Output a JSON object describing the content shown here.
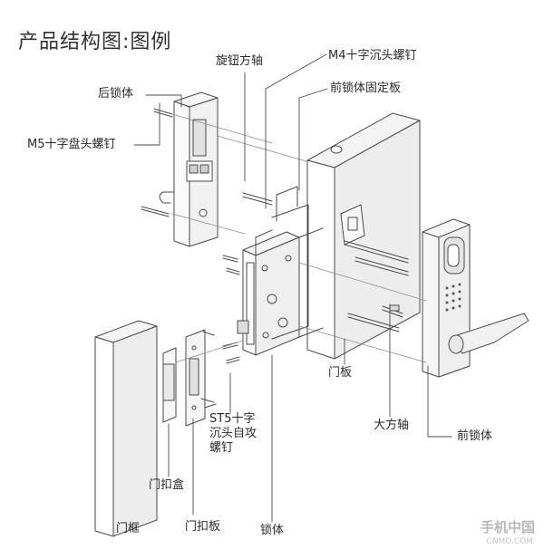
{
  "title": "产品结构图:图例",
  "labels": {
    "rear_lock_body": "后锁体",
    "m5_screw": "M5十字盘头螺钉",
    "knob_shaft": "旋钮方轴",
    "m4_screw": "M4十字沉头螺钉",
    "front_plate": "前锁体固定板",
    "door_panel": "门板",
    "big_shaft": "大方轴",
    "front_lock_body": "前锁体",
    "st5_screw": "ST5十字沉头自攻螺钉",
    "strike_box": "门扣盒",
    "door_frame": "门框",
    "strike_plate": "门扣板",
    "lock_body": "锁体"
  },
  "watermark": {
    "text": "手机中国",
    "sub": "CNMO.COM"
  },
  "colors": {
    "line": "#4a4a4a",
    "text": "#2a2a2a"
  }
}
